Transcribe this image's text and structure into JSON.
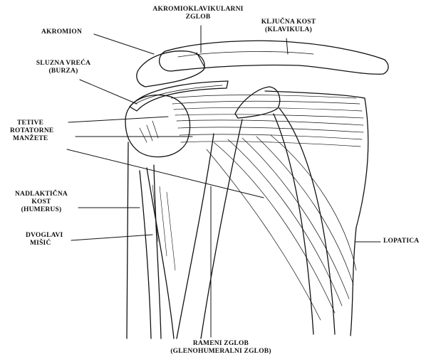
{
  "labels": {
    "akromion": "AKROMION",
    "akromioklavikularni_1": "AKROMIOKLAVIKULARNI",
    "akromioklavikularni_2": "ZGLOB",
    "kljucna_1": "KLJUČNA KOST",
    "kljucna_2": "(KLAVIKULA)",
    "sluzna_1": "SLUZNA VREĆA",
    "sluzna_2": "(BURZA)",
    "tetive_1": "TETIVE",
    "tetive_2": "ROTATORNE",
    "tetive_3": "MANŽETE",
    "nadlakticna_1": "NADLAKTIČNA",
    "nadlakticna_2": "KOST",
    "nadlakticna_3": "(HUMERUS)",
    "dvoglavi_1": "DVOGLAVI",
    "dvoglavi_2": "MIŠIĆ",
    "lopatica": "LOPATICA",
    "rameni_1": "RAMENI ZGLOB",
    "rameni_2": "(GLENOHUMERALNI ZGLOB)"
  },
  "colors": {
    "ink": "#111111",
    "background": "#ffffff"
  }
}
